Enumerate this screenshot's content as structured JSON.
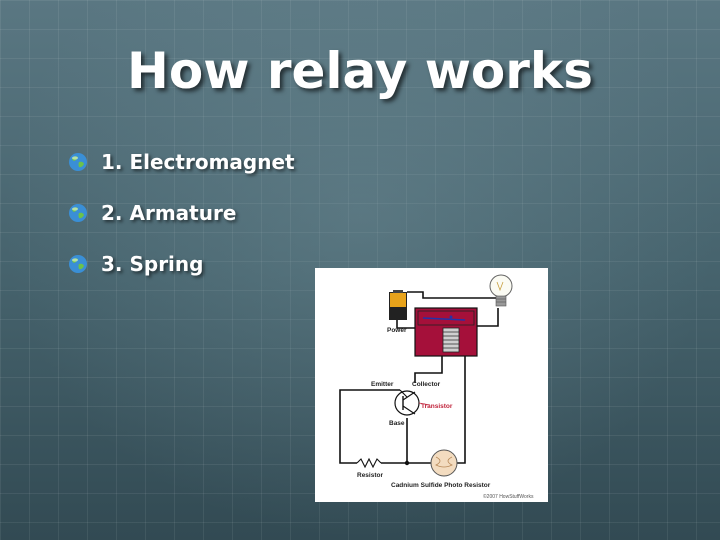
{
  "slide": {
    "title": "How relay works",
    "bullets": [
      {
        "label": "1. Electromagnet"
      },
      {
        "label": "2. Armature"
      },
      {
        "label": "3. Spring"
      }
    ]
  },
  "diagram": {
    "labels": {
      "power": "Power",
      "emitter": "Emitter",
      "collector": "Collector",
      "transistor": "Transistor",
      "base": "Base",
      "resistor": "Resistor",
      "photo_resistor": "Cadnium Sulfide Photo Resistor",
      "copyright": "©2007 HowStuffWorks"
    }
  },
  "colors": {
    "bullet_icon": "globe-icon",
    "relay_body": "#a5103a",
    "battery_top": "#e8a31b",
    "wire": "#111111",
    "accent_label": "#c0233b"
  }
}
